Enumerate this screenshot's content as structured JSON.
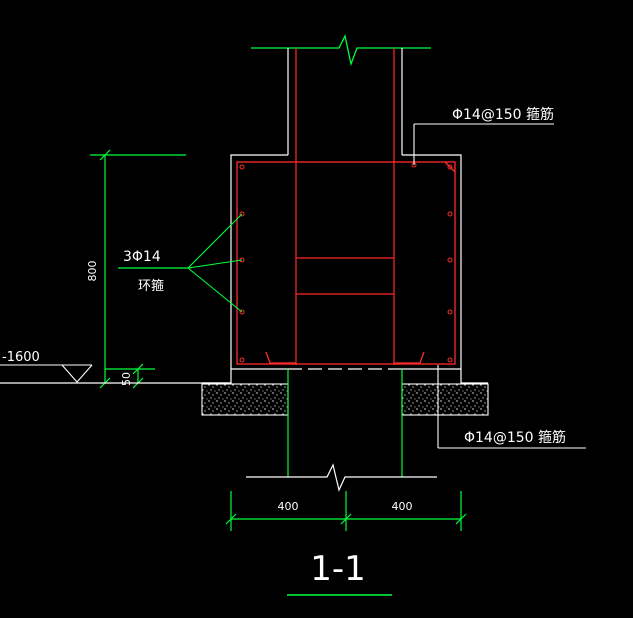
{
  "labels": {
    "top_rebar": "Φ14@150 箍筋",
    "bottom_rebar": "Φ14@150 箍筋",
    "side_bars_count": "3Φ14",
    "side_bars_type": "环箍",
    "height_dim": "800",
    "offset_dim": "50",
    "elevation": "-1600",
    "left_width": "400",
    "right_width": "400",
    "section_title": "1-1"
  },
  "colors": {
    "background": "#000000",
    "concrete": "#ffffff",
    "rebar": "#ff2a2a",
    "dimension": "#00ff3a",
    "text": "#ffffff"
  }
}
